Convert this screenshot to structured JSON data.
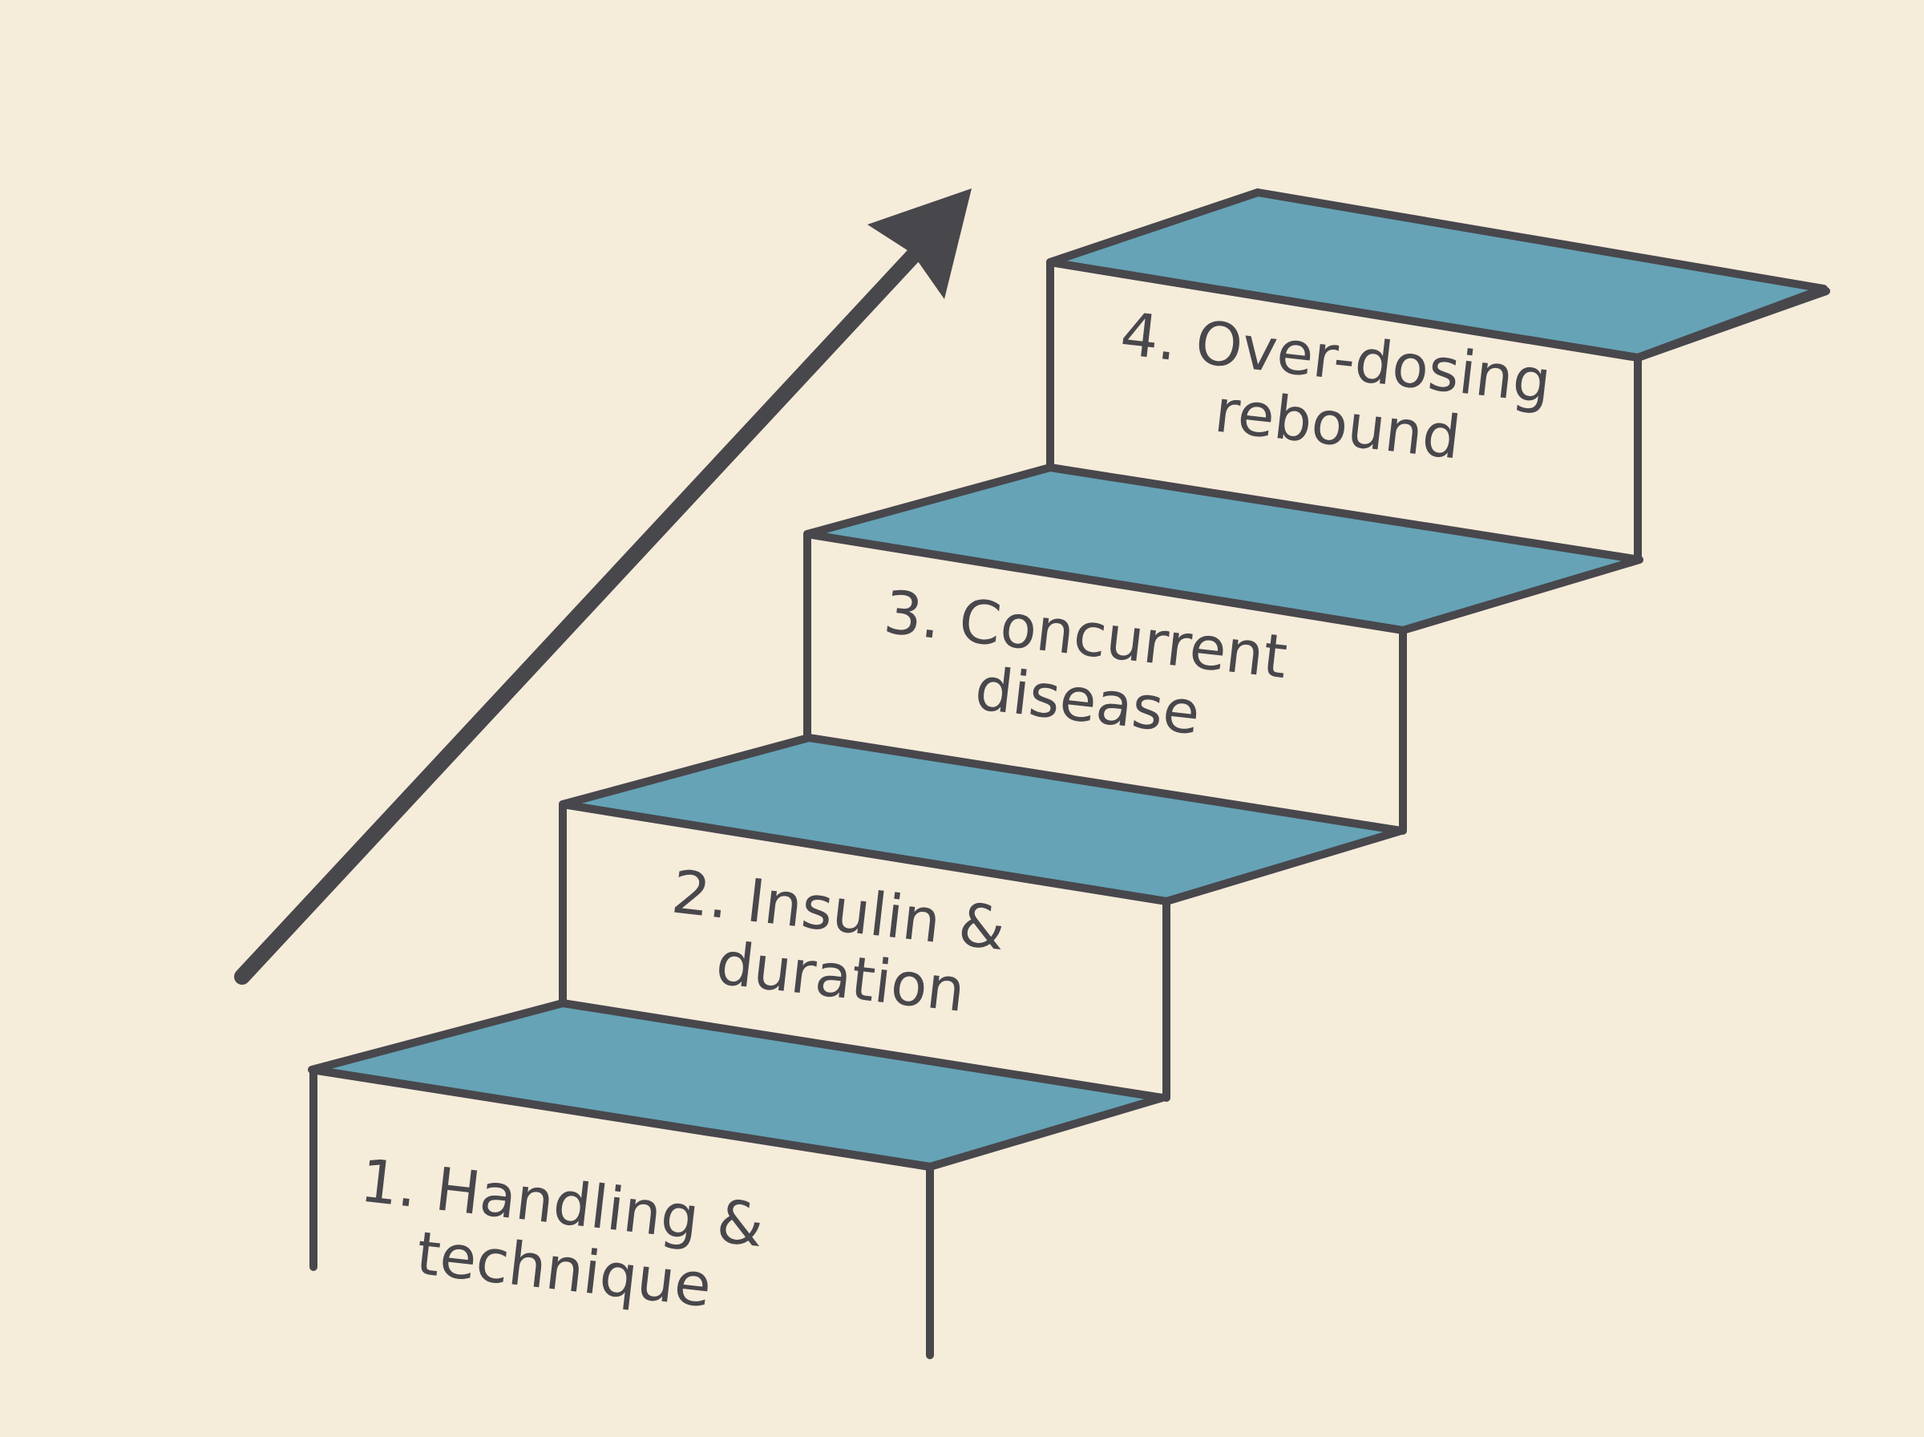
{
  "colors": {
    "background": "#f6ecda",
    "tread": "#66a3b6",
    "outline": "#48474c"
  },
  "steps": [
    {
      "line1": "1. Handling &",
      "line2": "technique"
    },
    {
      "line1": "2. Insulin &",
      "line2": "duration"
    },
    {
      "line1": "3. Concurrent",
      "line2": "disease"
    },
    {
      "line1": "4. Over-dosing",
      "line2": "rebound"
    }
  ],
  "icons": {
    "arrow": "arrow-up-right-icon"
  }
}
